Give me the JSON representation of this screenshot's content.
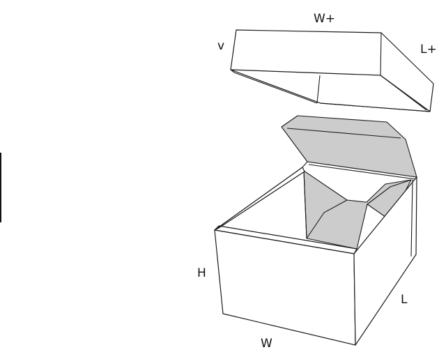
{
  "dimension_labels": {
    "lid_width": "W+",
    "lid_overlap": "v",
    "lid_length": "L+",
    "box_height": "H",
    "box_length": "L",
    "box_width": "W"
  },
  "colors": {
    "outline": "#1a1a1a",
    "flap_fill": "#cccccc",
    "panel_fill": "#ffffff"
  }
}
